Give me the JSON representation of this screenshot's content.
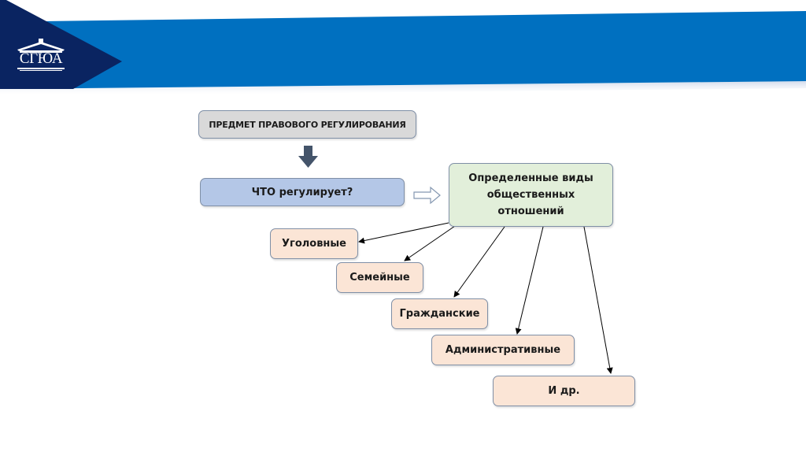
{
  "header": {
    "logo_text": "СГЮА",
    "colors": {
      "navy": "#0a2461",
      "band_blue": "#0070c0"
    }
  },
  "diagram": {
    "subject_box": {
      "label": "ПРЕДМЕТ ПРАВОВОГО РЕГУЛИРОВАНИЯ",
      "color": "#d9d9d9"
    },
    "question_box": {
      "label": "ЧТО регулирует?",
      "color": "#b4c7e7"
    },
    "relations_box": {
      "label": "Определенные виды общественных отношений",
      "color": "#e2efda"
    },
    "types": [
      {
        "label": "Уголовные"
      },
      {
        "label": "Семейные"
      },
      {
        "label": "Гражданские"
      },
      {
        "label": "Административные"
      },
      {
        "label": "И др."
      }
    ],
    "types_color": "#fbe5d6",
    "arrows": [
      {
        "from": "subject_box",
        "to": "question_box",
        "icon": "down-arrow-icon"
      },
      {
        "from": "question_box",
        "to": "relations_box",
        "icon": "right-hollow-arrow-icon"
      },
      {
        "from": "relations_box",
        "to": "types.0"
      },
      {
        "from": "relations_box",
        "to": "types.1"
      },
      {
        "from": "relations_box",
        "to": "types.2"
      },
      {
        "from": "relations_box",
        "to": "types.3"
      },
      {
        "from": "relations_box",
        "to": "types.4"
      }
    ]
  }
}
